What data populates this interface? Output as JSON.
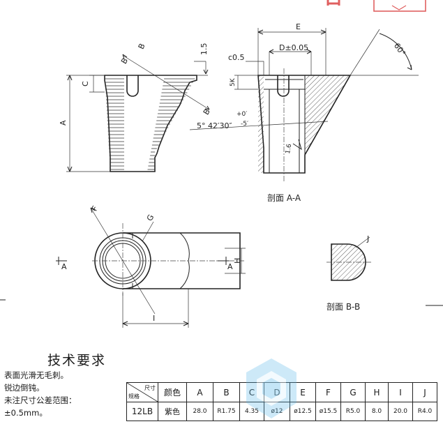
{
  "dims": {
    "B_top": "B",
    "B_bottom": "B",
    "dim_1_5": "1.5",
    "C": "C",
    "A": "A",
    "E": "E",
    "c05": "c0.5",
    "D": "D±0.05",
    "K5": "5K",
    "angle60": "60°",
    "taper_main": "5° 42′30″",
    "taper_plus": "+0′",
    "taper_minus": "-5′",
    "dim_1_6": "1.6",
    "F": "F",
    "G": "G",
    "H": "H",
    "I_bottom": "I",
    "J": "J",
    "A_left": "A",
    "A_right": "A"
  },
  "captions": {
    "section_aa": "剖面 A-A",
    "section_bb": "剖面 B-B"
  },
  "tech": {
    "title": "技术要求",
    "items": [
      "表面光滑无毛刺。",
      "锐边倒钝。",
      "未注尺寸公差范围：",
      "±0.5mm。"
    ]
  },
  "table": {
    "corner_top": "尺寸",
    "corner_bottom": "规格",
    "headers": [
      "颜色",
      "A",
      "B",
      "C",
      "D",
      "E",
      "F",
      "G",
      "H",
      "I",
      "J"
    ],
    "row": [
      "12LB",
      "紫色",
      "28.0",
      "R1.75",
      "4.35",
      "ø12",
      "ø12.5",
      "ø15.5",
      "R5.0",
      "8.0",
      "20.0",
      "R4.0"
    ]
  },
  "colors": {
    "stamp": "#e06060",
    "ink": "#222222",
    "watermark": "#5bb8e8"
  }
}
